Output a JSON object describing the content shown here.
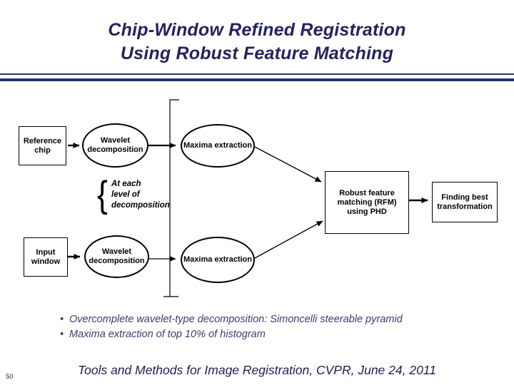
{
  "title": {
    "line1": "Chip-Window Refined Registration",
    "line2": "Using Robust Feature Matching"
  },
  "diagram": {
    "reference_chip_label": "Reference chip",
    "wavelet_top_label": "Wavelet decomposition",
    "maxima_top_label": "Maxima extraction",
    "brace_char": "{",
    "at_each_label": "At each\nlevel of\ndecomposition",
    "rfm_label": "Robust feature matching (RFM) using PHD",
    "finding_label": "Finding best transformation",
    "input_window_label": "Input window",
    "wavelet_bottom_label": "Wavelet decomposition",
    "maxima_bottom_label": "Maxima extraction"
  },
  "bullets": {
    "marker": "•",
    "items": [
      "Overcomplete wavelet-type decomposition: Simoncelli steerable pyramid",
      "Maxima extraction of top 10% of histogram"
    ]
  },
  "footer": {
    "text": "Tools and Methods for Image Registration, CVPR, June 24, 2011",
    "page_number": "50"
  },
  "colors": {
    "title_text": "#23235F",
    "rule": "#1F3864",
    "bullet_text": "#3C3C6E",
    "footer_text": "#1E1E52",
    "shape_border": "#000000"
  }
}
